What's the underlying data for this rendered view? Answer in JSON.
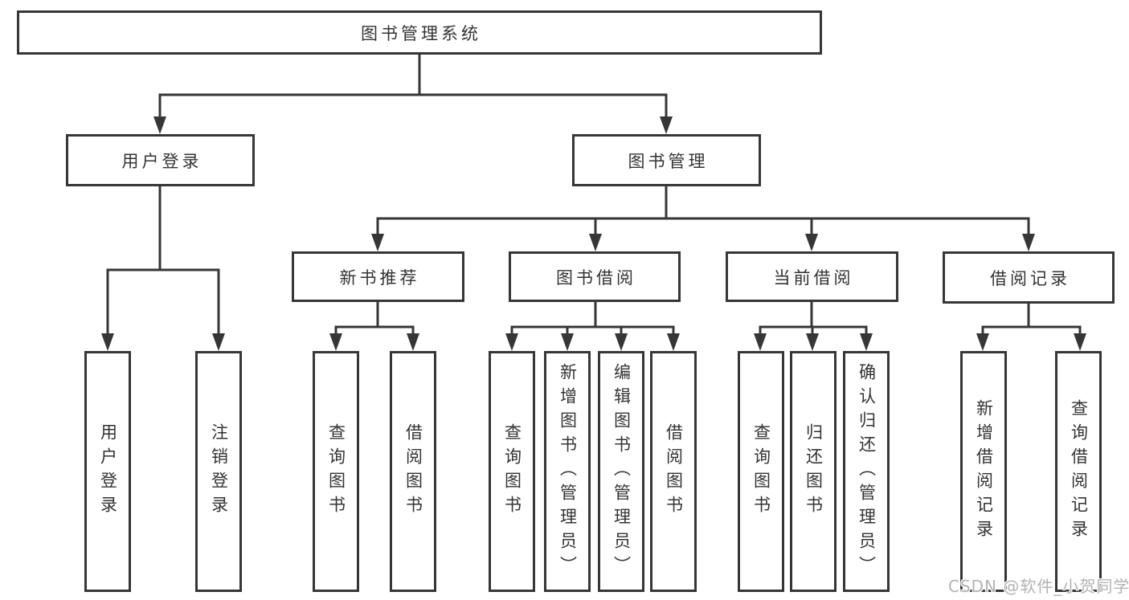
{
  "root": {
    "label": "图书管理系统"
  },
  "modules": [
    {
      "label": "用户登录",
      "features": [
        {
          "label": "用户登录"
        },
        {
          "label": "注销登录"
        }
      ]
    },
    {
      "label": "图书管理",
      "submodules": [
        {
          "label": "新书推荐",
          "features": [
            {
              "label": "查询图书"
            },
            {
              "label": "借阅图书"
            }
          ]
        },
        {
          "label": "图书借阅",
          "features": [
            {
              "label": "查询图书"
            },
            {
              "label": "新增图书（管理员）"
            },
            {
              "label": "编辑图书（管理员）"
            },
            {
              "label": "借阅图书"
            }
          ]
        },
        {
          "label": "当前借阅",
          "features": [
            {
              "label": "查询图书"
            },
            {
              "label": "归还图书"
            },
            {
              "label": "确认归还（管理员）"
            }
          ]
        },
        {
          "label": "借阅记录",
          "features": [
            {
              "label": "新增借阅记录"
            },
            {
              "label": "查询借阅记录"
            }
          ]
        }
      ]
    }
  ],
  "watermark": {
    "text": "CSDN @软件_小贺同学"
  },
  "colors": {
    "line": "#363636",
    "text": "#333333",
    "watermark": "#b3b3b3",
    "background": "#ffffff"
  }
}
